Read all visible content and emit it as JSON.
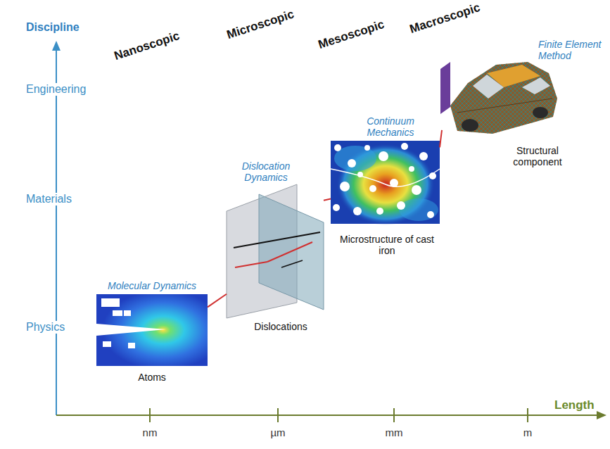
{
  "diagram": {
    "nodes": [
      {
        "text": [
          "Molecular Dynamics",
          "Atoms"
        ]
      },
      {
        "text": [
          "Dislocation Dynamics",
          "Dislocations"
        ]
      },
      {
        "text": [
          "Continuum Mechanics",
          "Microstructure of cast iron"
        ]
      },
      {
        "text": [
          "Finite Element Method",
          "Structural component"
        ]
      }
    ],
    "edges": [
      {
        "from": 0,
        "to": 1,
        "arrow": "none"
      },
      {
        "from": 1,
        "to": 2,
        "arrow": "none"
      },
      {
        "from": 2,
        "to": 3,
        "arrow": "none"
      }
    ],
    "labels": [
      "Discipline",
      "Engineering",
      "Materials",
      "Physics",
      "Nanoscopic",
      "Microscopic",
      "Mesoscopic",
      "Macroscopic",
      "Length",
      "nm",
      "µm",
      "mm",
      "m"
    ]
  }
}
